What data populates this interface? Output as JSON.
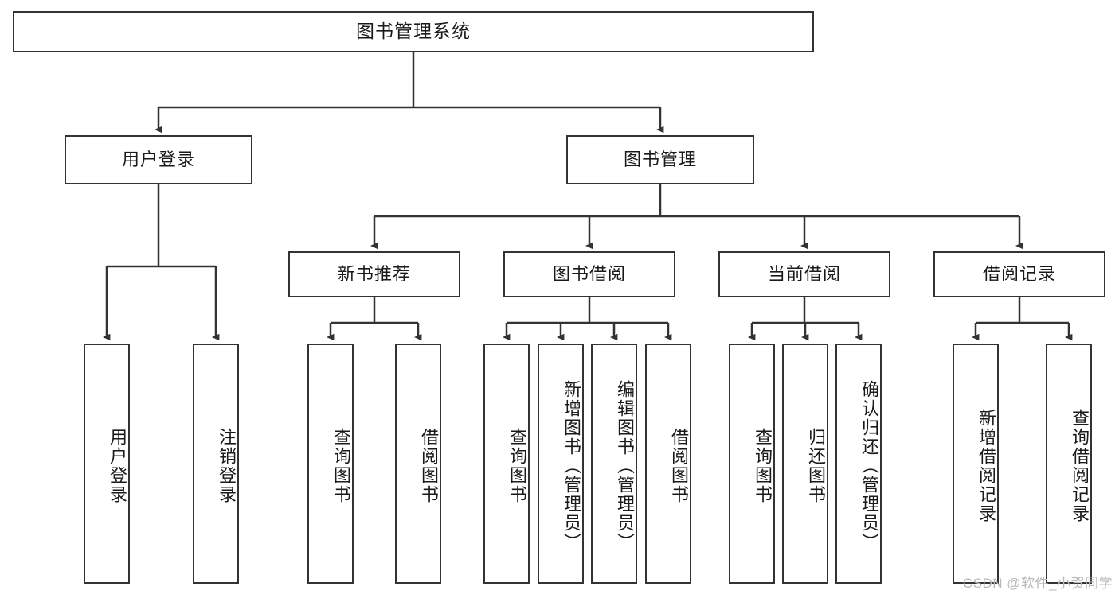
{
  "diagram": {
    "title": "图书管理系统",
    "type": "tree-hierarchy-chart",
    "root": {
      "label": "图书管理系统"
    },
    "level2": [
      {
        "label": "用户登录"
      },
      {
        "label": "图书管理"
      }
    ],
    "level3": [
      {
        "label": "新书推荐"
      },
      {
        "label": "图书借阅"
      },
      {
        "label": "当前借阅"
      },
      {
        "label": "借阅记录"
      }
    ],
    "leaves": {
      "user_login": [
        {
          "label": "用户登录"
        },
        {
          "label": "注销登录"
        }
      ],
      "new_book_recommend": [
        {
          "label": "查询图书"
        },
        {
          "label": "借阅图书"
        }
      ],
      "book_borrow": [
        {
          "label": "查询图书"
        },
        {
          "label": "新增图书（管理员）"
        },
        {
          "label": "编辑图书（管理员）"
        },
        {
          "label": "借阅图书"
        }
      ],
      "current_borrow": [
        {
          "label": "查询图书"
        },
        {
          "label": "归还图书"
        },
        {
          "label": "确认归还（管理员）"
        }
      ],
      "borrow_record": [
        {
          "label": "新增借阅记录"
        },
        {
          "label": "查询借阅记录"
        }
      ]
    }
  },
  "watermark": {
    "text": "CSDN @软件_小贺同学"
  },
  "colors": {
    "border": "#333333",
    "background": "#ffffff",
    "text": "#1a1a1a",
    "watermark": "#b8b8b8"
  }
}
